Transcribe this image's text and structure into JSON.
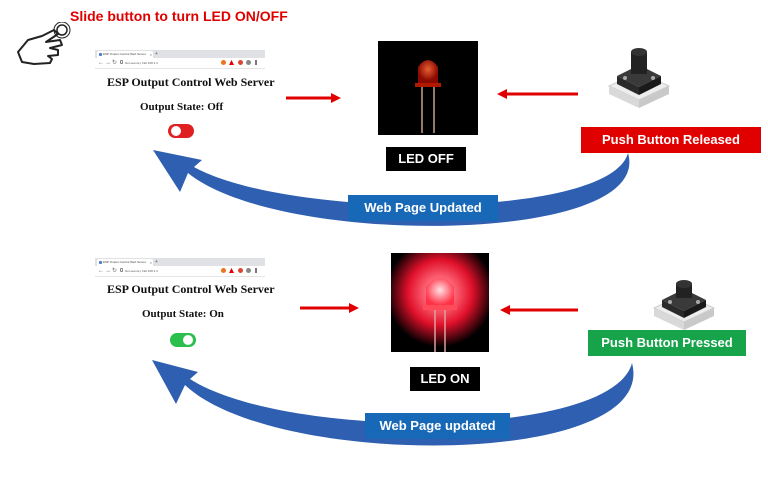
{
  "headline": "Slide button to turn LED ON/OFF",
  "icons": {
    "hand": "pointing-hand-icon",
    "arrow": "red-arrow-icon",
    "curve": "curved-blue-arrow",
    "switch": "tactile-push-button",
    "led": "red-led"
  },
  "colors": {
    "headline": "#e00000",
    "arrow_red": "#e00000",
    "curve_blue": "#2f5fb0",
    "label_red": "#e00000",
    "label_green": "#16a34a",
    "label_blue": "#1868b8",
    "toggle_off": "#e02020",
    "toggle_on": "#2bbf4e"
  },
  "top": {
    "browser": {
      "tab_title": "ESP Output Control Web Server",
      "url": "Not secure | 192.168.1.3"
    },
    "page_title": "ESP Output Control Web Server",
    "output_state": "Output State: Off",
    "toggle_state": "off",
    "led_label": "LED OFF",
    "button_label": "Push Button Released",
    "update_label": "Web Page Updated"
  },
  "bottom": {
    "browser": {
      "tab_title": "ESP Output Control Web Server",
      "url": "Not secure | 192.168.1.3"
    },
    "page_title": "ESP Output Control Web Server",
    "output_state": "Output State: On",
    "toggle_state": "on",
    "led_label": "LED ON",
    "button_label": "Push Button Pressed",
    "update_label": "Web Page updated"
  }
}
